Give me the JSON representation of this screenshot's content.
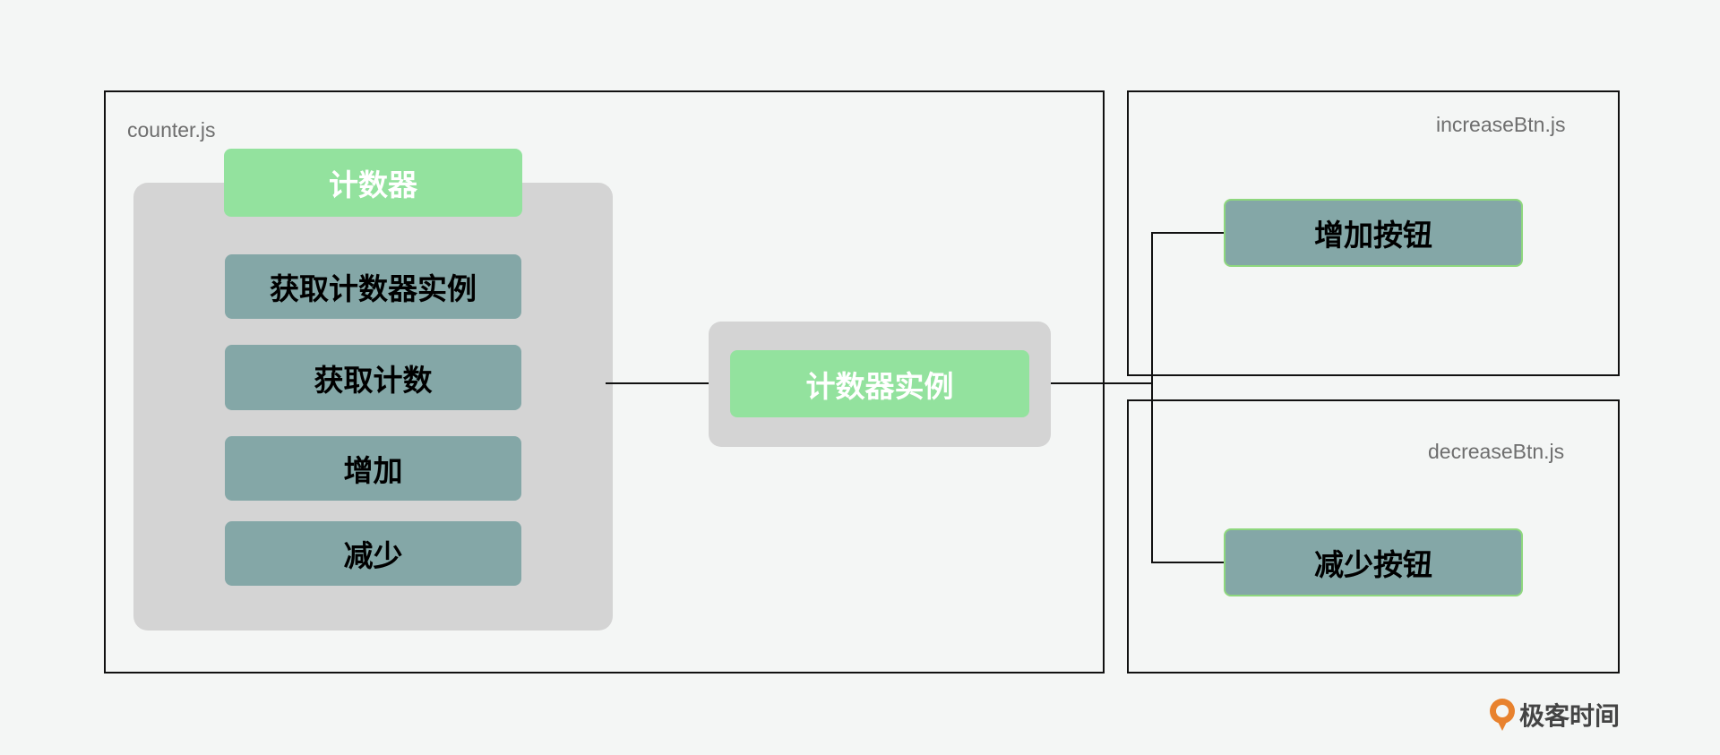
{
  "modules": {
    "counter": {
      "label": "counter.js"
    },
    "increase": {
      "label": "increaseBtn.js"
    },
    "decrease": {
      "label": "decreaseBtn.js"
    }
  },
  "counter_panel": {
    "title": "计数器",
    "methods": [
      "获取计数器实例",
      "获取计数",
      "增加",
      "减少"
    ]
  },
  "instance": {
    "label": "计数器实例"
  },
  "buttons": {
    "increase": "增加按钮",
    "decrease": "减少按钮"
  },
  "brand": {
    "text": "极客时间"
  },
  "colors": {
    "background": "#f4f6f5",
    "panel": "#d4d4d4",
    "green": "#93e29e",
    "teal": "#84a7a7",
    "outline_green": "#8ed77e",
    "brand_orange": "#e8822e"
  }
}
